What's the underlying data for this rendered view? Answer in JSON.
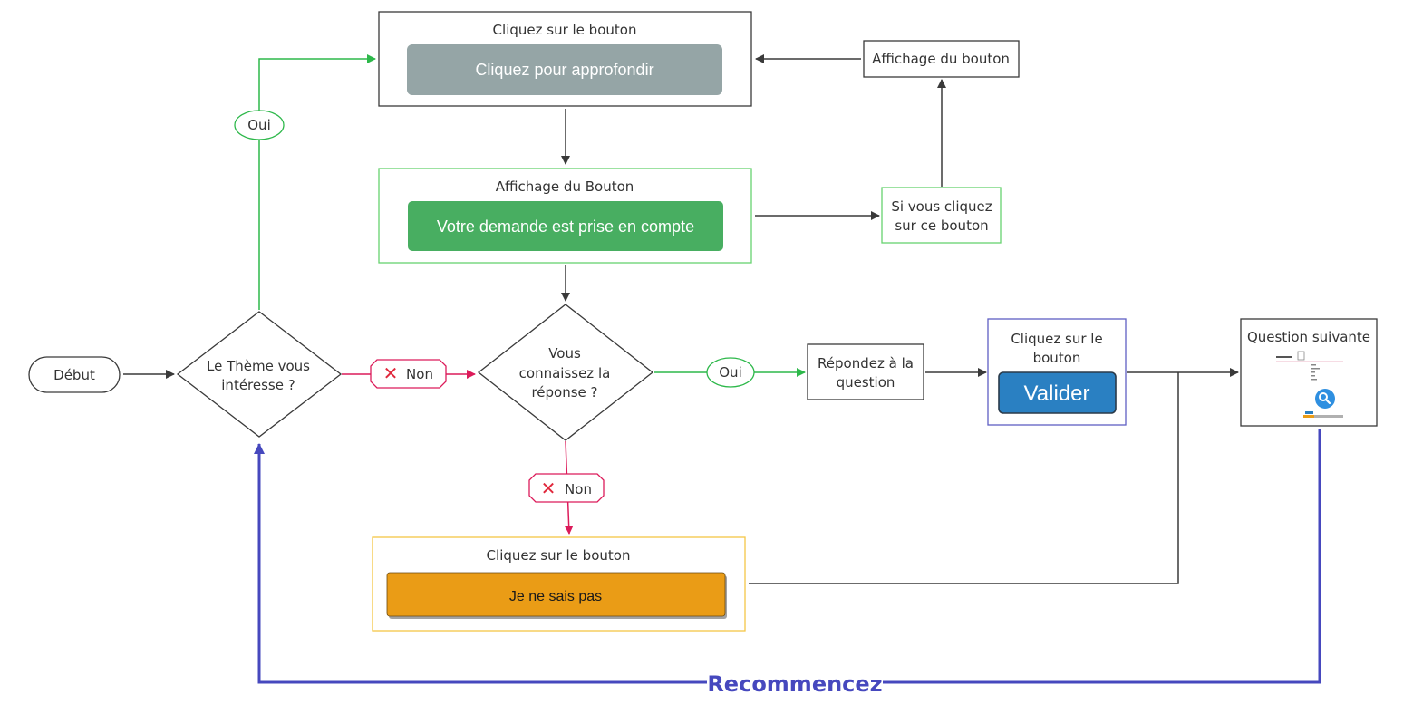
{
  "start": {
    "label": "Début"
  },
  "decision_theme": {
    "line1": "Le Thème vous",
    "line2": "intéresse ?"
  },
  "decision_answer": {
    "line1": "Vous",
    "line2": "connaissez la",
    "line3": "réponse ?"
  },
  "edge_labels": {
    "theme_yes": "Oui",
    "theme_no": "Non",
    "answer_yes": "Oui",
    "answer_no": "Non",
    "restart": "Recommencez"
  },
  "box_deepen": {
    "title": "Cliquez sur le bouton",
    "button_label": "Cliquez pour approfondir",
    "button_color": "#95a5a6"
  },
  "box_confirmation": {
    "title": "Affichage du Bouton",
    "button_label": "Votre demande est prise en compte",
    "button_color": "#48ae61"
  },
  "box_click_this": {
    "line1": "Si vous cliquez",
    "line2": "sur ce bouton"
  },
  "box_show_button": {
    "label": "Affichage du bouton"
  },
  "box_answer": {
    "line1": "Répondez à la",
    "line2": "question"
  },
  "box_validate": {
    "line1": "Cliquez sur le",
    "line2": "bouton",
    "button_label": "Valider",
    "button_color": "#2a80c2"
  },
  "box_next": {
    "title": "Question suivante"
  },
  "box_dont_know": {
    "title": "Cliquez sur le bouton",
    "button_label": "Je ne sais pas",
    "button_color": "#ea9c16"
  },
  "colors": {
    "yes": "#2db84a",
    "no": "#dc1b5a",
    "restart": "#4648be",
    "default": "#3a3a3a"
  }
}
